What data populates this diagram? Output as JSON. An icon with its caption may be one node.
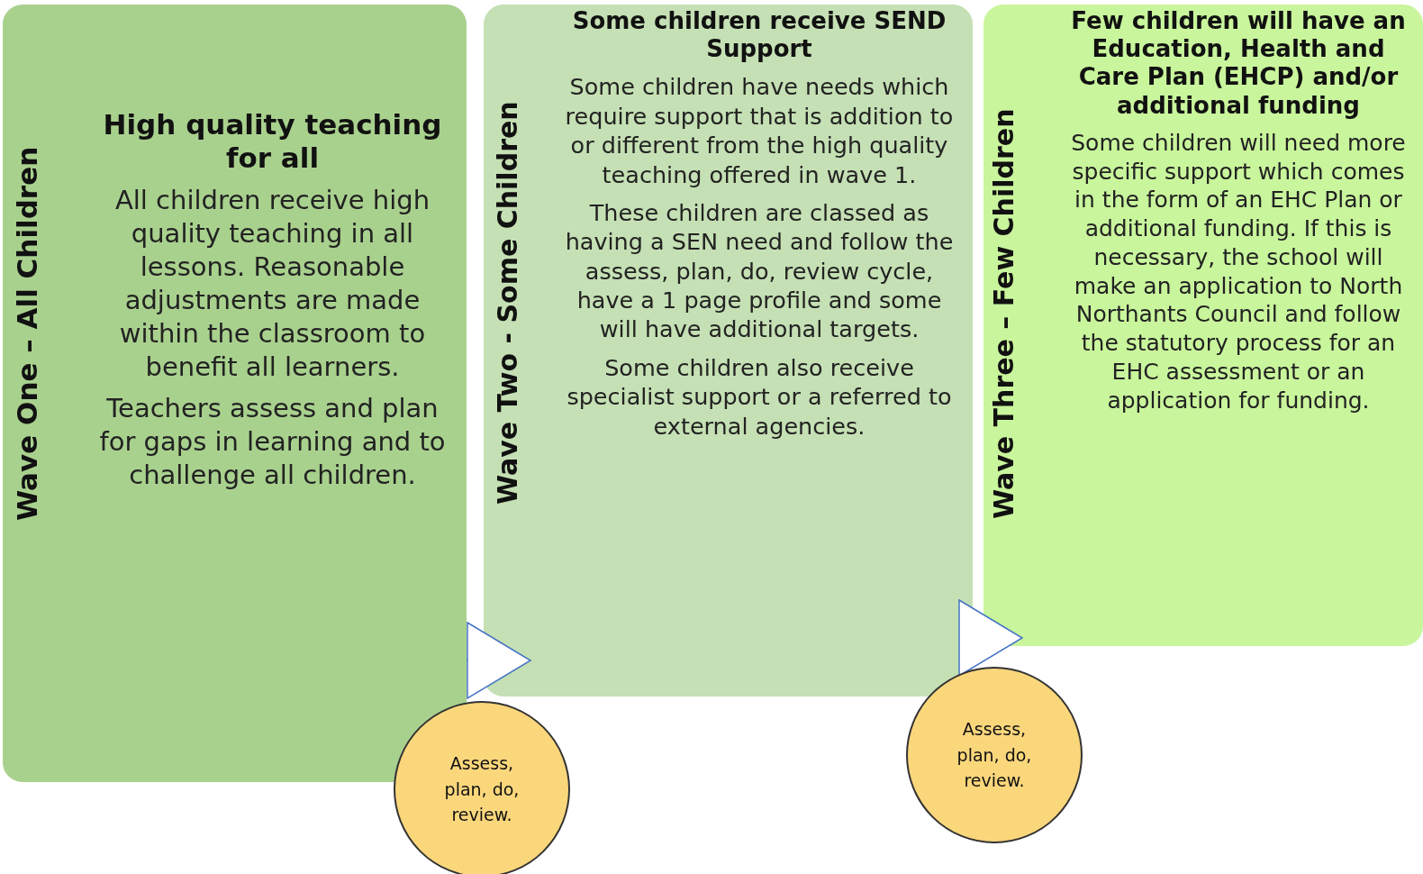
{
  "diagram": {
    "nodes": [
      {
        "text": [
          "Wave One – All Children",
          "High quality teaching for all",
          "All children receive high quality teaching in all lessons. Reasonable adjustments are made within the classroom to benefit all learners.",
          "Teachers assess and plan for gaps in learning and to challenge all children."
        ]
      },
      {
        "text": [
          "Wave Two - Some Children",
          "Some children receive SEND Support",
          "Some children have needs which require support that is addition to or different from the high quality teaching offered in wave 1.",
          "These children are classed as having a SEN need and follow the assess, plan, do, review cycle, have a 1 page profile and some will have additional targets.",
          "Some children also receive specialist support or a referred to external agencies."
        ]
      },
      {
        "text": [
          "Wave Three – Few Children",
          "Few children will have an Education, Health and Care Plan (EHCP) and/or additional funding",
          "Some children will need more specific support which comes in the form of an EHC Plan or additional funding. If this is necessary, the school will make an application to North Northants Council and follow the statutory process for an EHC assessment or an application for funding."
        ]
      },
      {
        "text": [
          "Assess, plan, do, review."
        ]
      },
      {
        "text": [
          "Assess, plan, do, review."
        ]
      }
    ],
    "edges": [
      {
        "from": 0,
        "to": 1,
        "arrow": "to"
      },
      {
        "from": 1,
        "to": 2,
        "arrow": "to"
      }
    ]
  }
}
